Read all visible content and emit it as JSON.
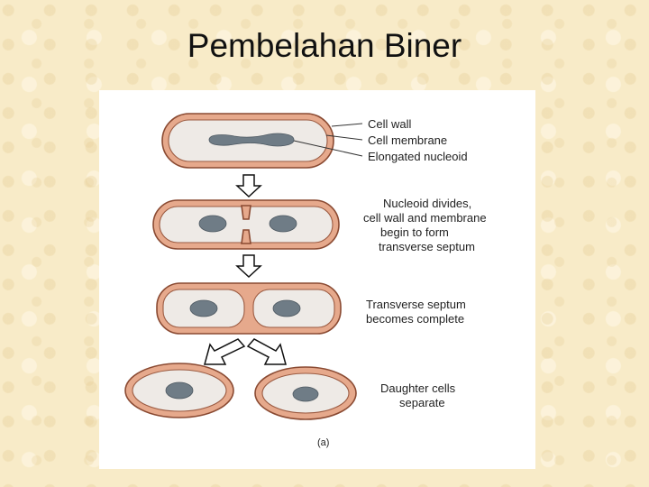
{
  "slide": {
    "title": "Pembelahan Biner"
  },
  "figure": {
    "labels": {
      "cell_wall": "Cell wall",
      "cell_membrane": "Cell membrane",
      "elongated_nucleoid": "Elongated nucleoid",
      "stage2_line1": "Nucleoid divides,",
      "stage2_line2": "cell wall and membrane",
      "stage2_line3": "begin to form",
      "stage2_line4": "transverse septum",
      "stage3_line1": "Transverse septum",
      "stage3_line2": "becomes complete",
      "stage4_line1": "Daughter cells",
      "stage4_line2": "separate"
    },
    "panel_caption": "(a)",
    "colors": {
      "cell_wall": "#e6a98c",
      "cytoplasm": "#eeeae6",
      "nucleoid": "#6f7c86",
      "background": "#f8ebc8"
    }
  }
}
